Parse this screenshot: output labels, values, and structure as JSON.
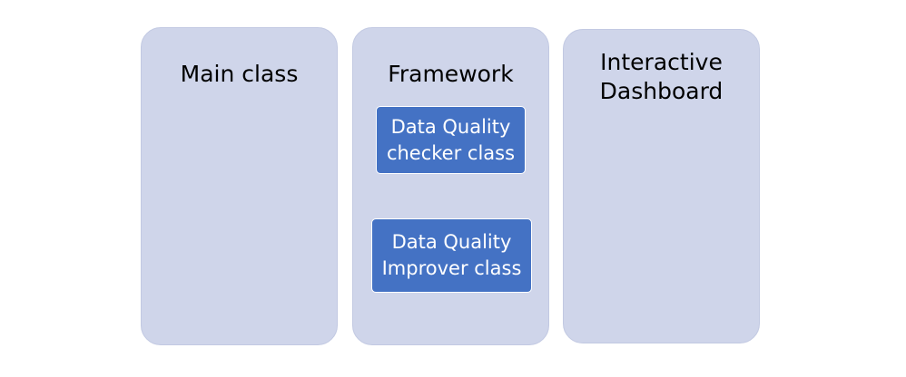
{
  "panels": {
    "main": {
      "title": "Main class"
    },
    "framework": {
      "title": "Framework",
      "boxes": {
        "checker": "Data Quality checker class",
        "improver": "Data Quality Improver class"
      }
    },
    "dashboard": {
      "title": "Interactive Dashboard"
    }
  },
  "colors": {
    "panel_fill": "#cfd5ea",
    "box_fill": "#4472c4",
    "box_text": "#ffffff",
    "title_text": "#000000"
  }
}
